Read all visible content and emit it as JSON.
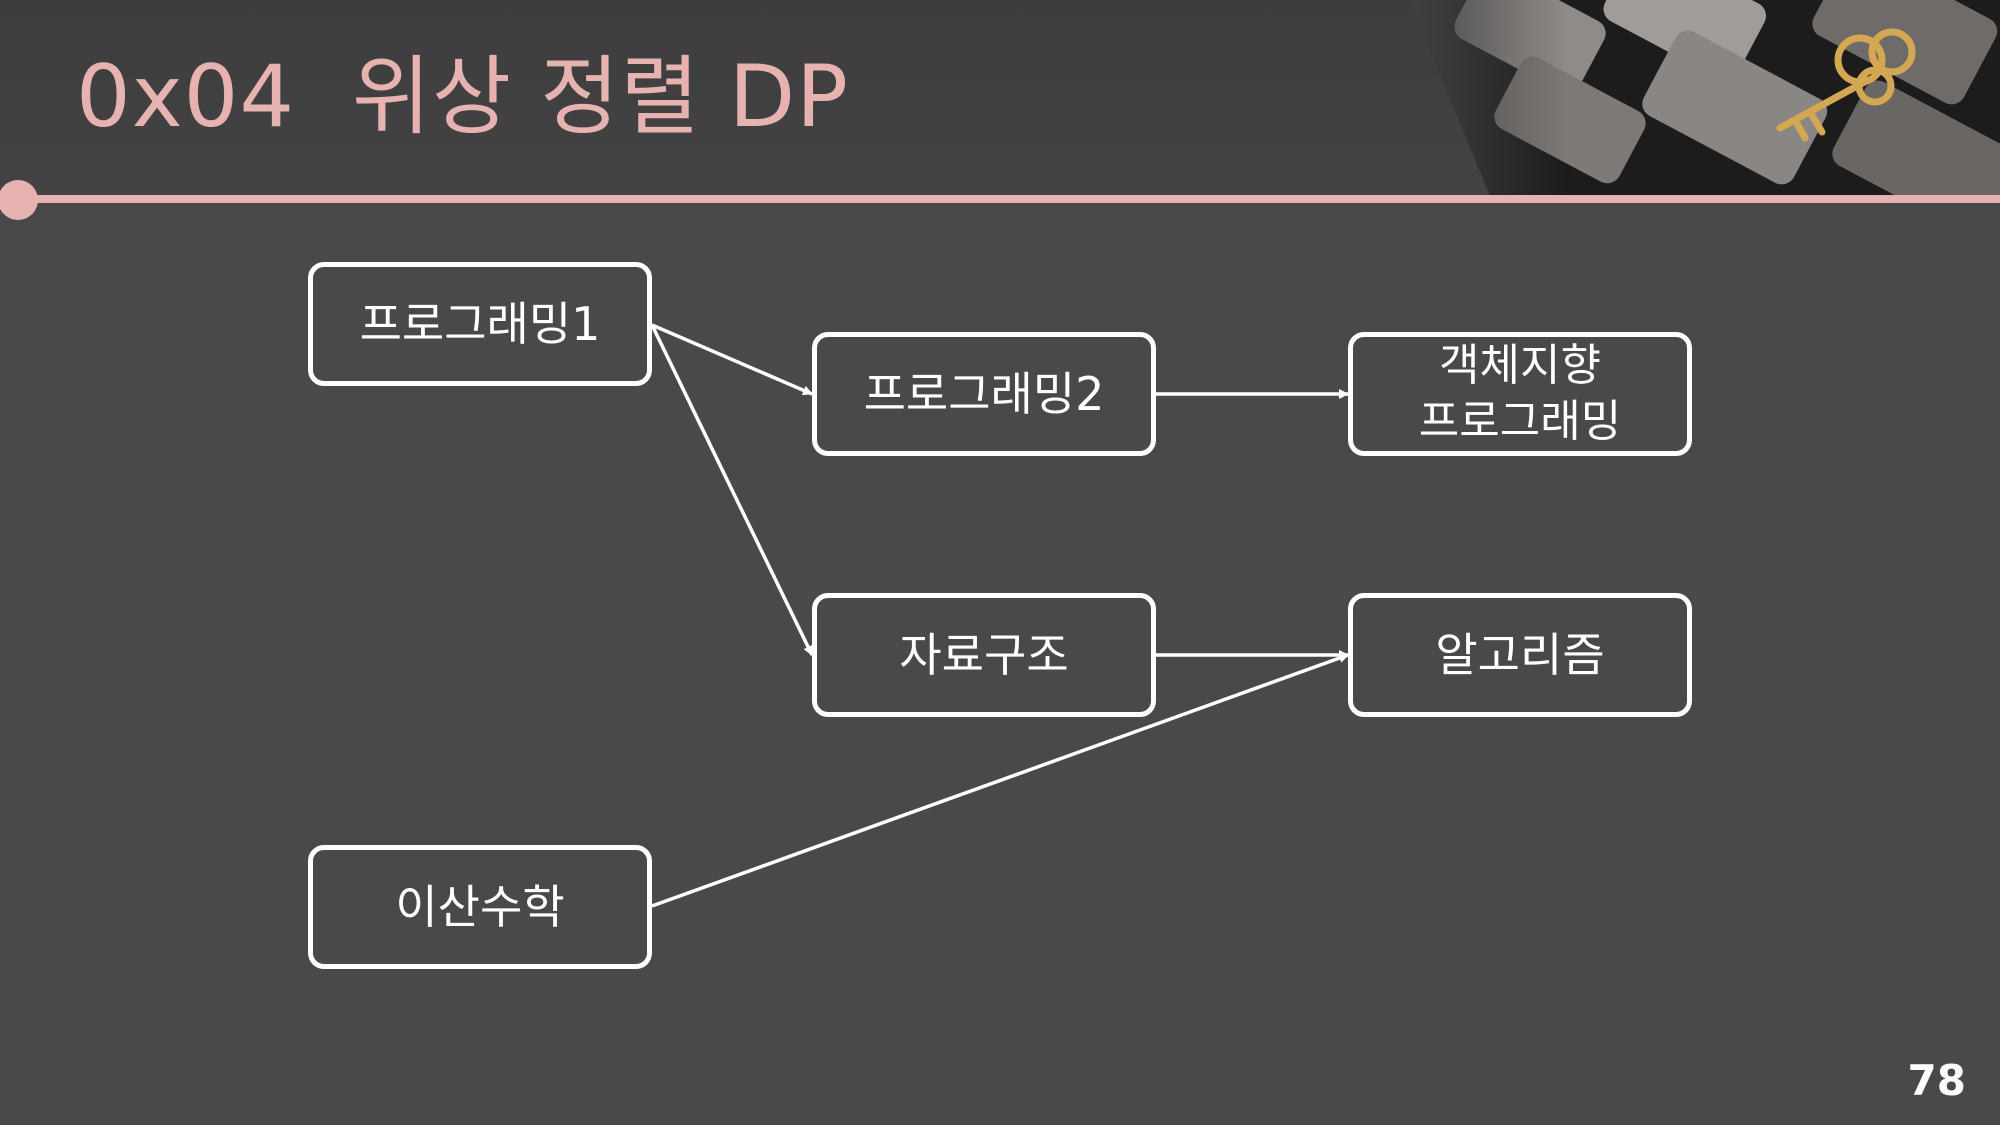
{
  "slide": {
    "title": "0x04  위상 정렬 DP",
    "page_number": "78"
  },
  "colors": {
    "accent": "#e7b3b1",
    "background": "#4a4949",
    "node_border": "#ffffff",
    "text": "#ffffff"
  },
  "decoration": {
    "photo": "keyboard-with-golden-key"
  },
  "diagram": {
    "nodes": {
      "prog1": "프로그래밍1",
      "prog2": "프로그래밍2",
      "oop": "객체지향\n프로그래밍",
      "ds": "자료구조",
      "algo": "알고리즘",
      "dm": "이산수학"
    },
    "edges": [
      {
        "from": "prog1",
        "to": "prog2"
      },
      {
        "from": "prog1",
        "to": "ds"
      },
      {
        "from": "prog2",
        "to": "oop"
      },
      {
        "from": "ds",
        "to": "algo"
      },
      {
        "from": "dm",
        "to": "algo"
      }
    ]
  }
}
